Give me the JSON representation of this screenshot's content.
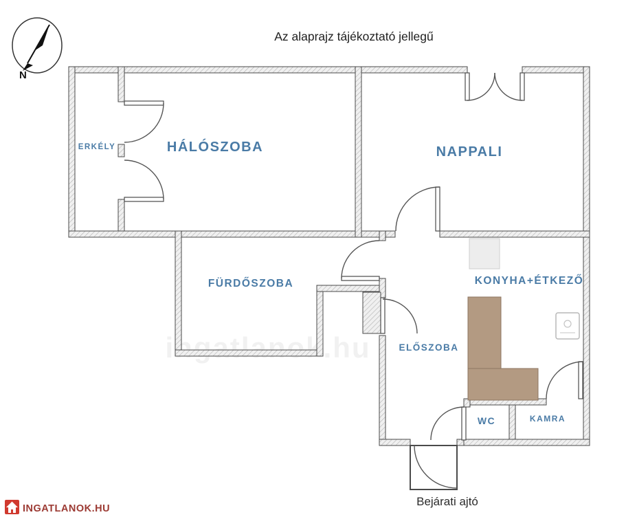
{
  "title": "Az alaprajz tájékoztató jellegű",
  "compass": {
    "north_label": "N"
  },
  "rooms": {
    "erkely": "ERKÉLY",
    "haloszoba": "HÁLÓSZOBA",
    "nappali": "NAPPALI",
    "furdoszoba": "FÜRDŐSZOBA",
    "eloszoba": "ELŐSZOBA",
    "konyha_etkezo": "KONYHA+ÉTKEZŐ",
    "wc": "WC",
    "kamra": "KAMRA"
  },
  "annotations": {
    "entrance_door": "Bejárati ajtó"
  },
  "branding": {
    "logo_text": "INGATLANOK.HU"
  },
  "watermark": {
    "text": "ingatlanok.hu"
  },
  "colors": {
    "room_label": "#4a7ba6",
    "counter": "#b39a82",
    "logo_red": "#d03a2f",
    "logo_text": "#9c3a33"
  }
}
